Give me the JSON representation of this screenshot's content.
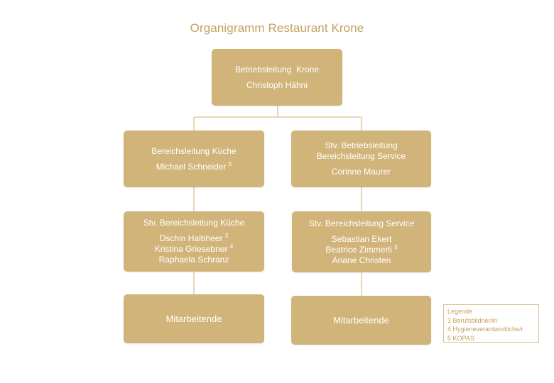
{
  "title": "Organigramm Restaurant Krone",
  "colors": {
    "box_fill": "#d1b479",
    "title_text": "#c4a15d",
    "connector": "#d9c08d",
    "box_text": "#ffffff"
  },
  "root": {
    "role": "Betriebsleitung  Krone",
    "name": "Christoph Hähni"
  },
  "kitchen": {
    "role": "Bereichsleitung Küche",
    "name": "Michael Schneider",
    "name_sup": "5"
  },
  "service": {
    "role_line1": "Stv. Betriebsleitung",
    "role_line2": "Bereichsleitung Service",
    "name": "Corinne Maurer"
  },
  "kitchen_deputy": {
    "role": "Stv. Bereichsleitung Küche",
    "members": [
      {
        "name": "Dschin Halbheer",
        "sup": "3"
      },
      {
        "name": "Kristina Griesebner",
        "sup": "4"
      },
      {
        "name": "Raphaela Schranz",
        "sup": ""
      }
    ]
  },
  "service_deputy": {
    "role": "Stv. Bereichsleitung Service",
    "members": [
      {
        "name": "Sebastian Ekert",
        "sup": ""
      },
      {
        "name": "Beatrice Zimmerli",
        "sup": "3"
      },
      {
        "name": "Ariane Christen",
        "sup": ""
      }
    ]
  },
  "kitchen_staff": {
    "label": "Mitarbeitende"
  },
  "service_staff": {
    "label": "Mitarbeitende"
  },
  "legend": {
    "title": "Legende",
    "items": [
      "3 Berufsbildner/in",
      "4 Hygieneverantwortliche/r",
      "5 KOPAS"
    ]
  }
}
